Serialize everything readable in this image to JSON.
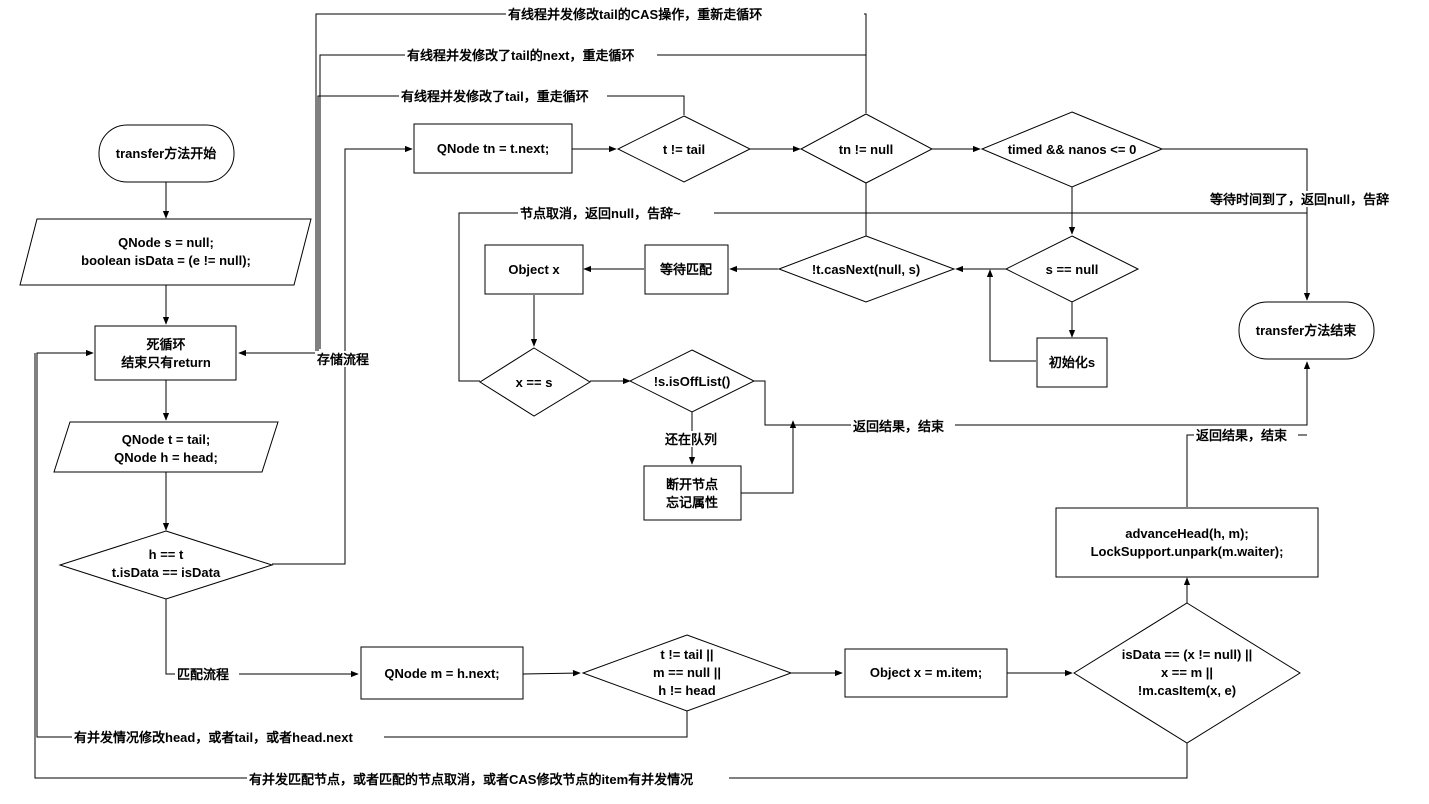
{
  "nodes": {
    "start": "transfer方法开始",
    "init": [
      "QNode s = null;",
      "boolean isData = (e != null);"
    ],
    "loop": [
      "死循环",
      "结束只有return"
    ],
    "read": [
      "QNode t = tail;",
      "QNode h = head;"
    ],
    "cond_mode": [
      "h == t",
      "t.isData == isData"
    ],
    "tn_assign": "QNode tn = t.next;",
    "t_ne_tail": "t != tail",
    "tn_ne_null": "tn != null",
    "timed": "timed && nanos <= 0",
    "end": "transfer方法结束",
    "s_null": "s == null",
    "init_s": "初始化s",
    "cas_next": "!t.casNext(null, s)",
    "await": "等待匹配",
    "obj_x": "Object x",
    "x_eq_s": "x == s",
    "off_list": "!s.isOffList()",
    "unlink": [
      "断开节点",
      "忘记属性"
    ],
    "m_assign": "QNode m = h.next;",
    "m_cond": [
      "t != tail ||",
      "m == null ||",
      "h != head"
    ],
    "item": "Object x = m.item;",
    "match_cond": [
      "isData == (x != null) ||",
      "x == m ||",
      "!m.casItem(x, e)"
    ],
    "advance": [
      "advanceHead(h, m);",
      "LockSupport.unpark(m.waiter);"
    ]
  },
  "labels": {
    "cas_tail_retry": "有线程并发修改tail的CAS操作，重新走循环",
    "tail_next_retry": "有线程并发修改了tail的next，重走循环",
    "tail_retry": "有线程并发修改了tail，重走循环",
    "store_flow": "存储流程",
    "cancel_null": "节点取消，返回null，告辞~",
    "timeout_null": "等待时间到了，返回null，告辞",
    "still_in_queue": "还在队列",
    "return_result_a": "返回结果，结束",
    "return_result_b": "返回结果，结束",
    "match_flow": "匹配流程",
    "concurrent_head": "有并发情况修改head，或者tail，或者head.next",
    "concurrent_match": "有并发匹配节点，或者匹配的节点取消，或者CAS修改节点的item有并发情况"
  }
}
